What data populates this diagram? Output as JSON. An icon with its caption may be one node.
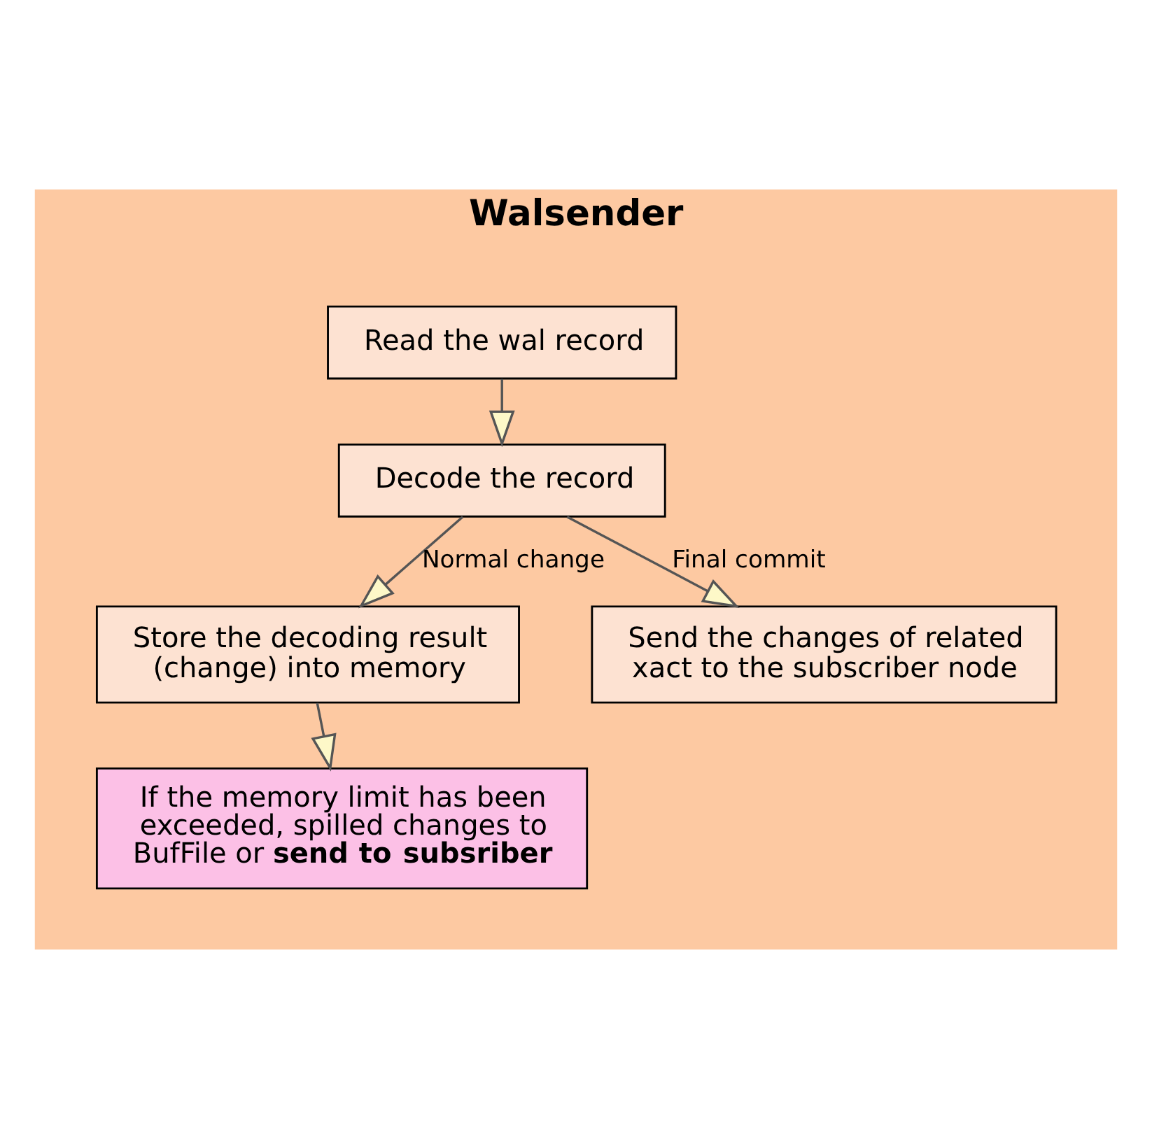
{
  "diagram": {
    "nodes": [
      {
        "text": [
          "Walsender"
        ]
      },
      {
        "text": [
          "Read the wal record"
        ],
        "in": 0
      },
      {
        "text": [
          "Decode the record"
        ],
        "in": 0
      },
      {
        "text": [
          "Store the decoding result (change) into memory"
        ],
        "in": 0
      },
      {
        "text": [
          "Send the changes of related xact to the subscriber node"
        ],
        "in": 0
      },
      {
        "text": [
          "If the memory limit has been exceeded, spilled changes to BufFile or **send to subsriber**"
        ],
        "in": 0
      }
    ],
    "edges": [
      {
        "from": 1,
        "to": 2,
        "arrow": "to"
      },
      {
        "from": 2,
        "to": 3,
        "arrow": "to",
        "label": "Normal change"
      },
      {
        "from": 2,
        "to": 4,
        "arrow": "to",
        "label": "Final commit"
      },
      {
        "from": 3,
        "to": 5,
        "arrow": "to"
      }
    ]
  }
}
